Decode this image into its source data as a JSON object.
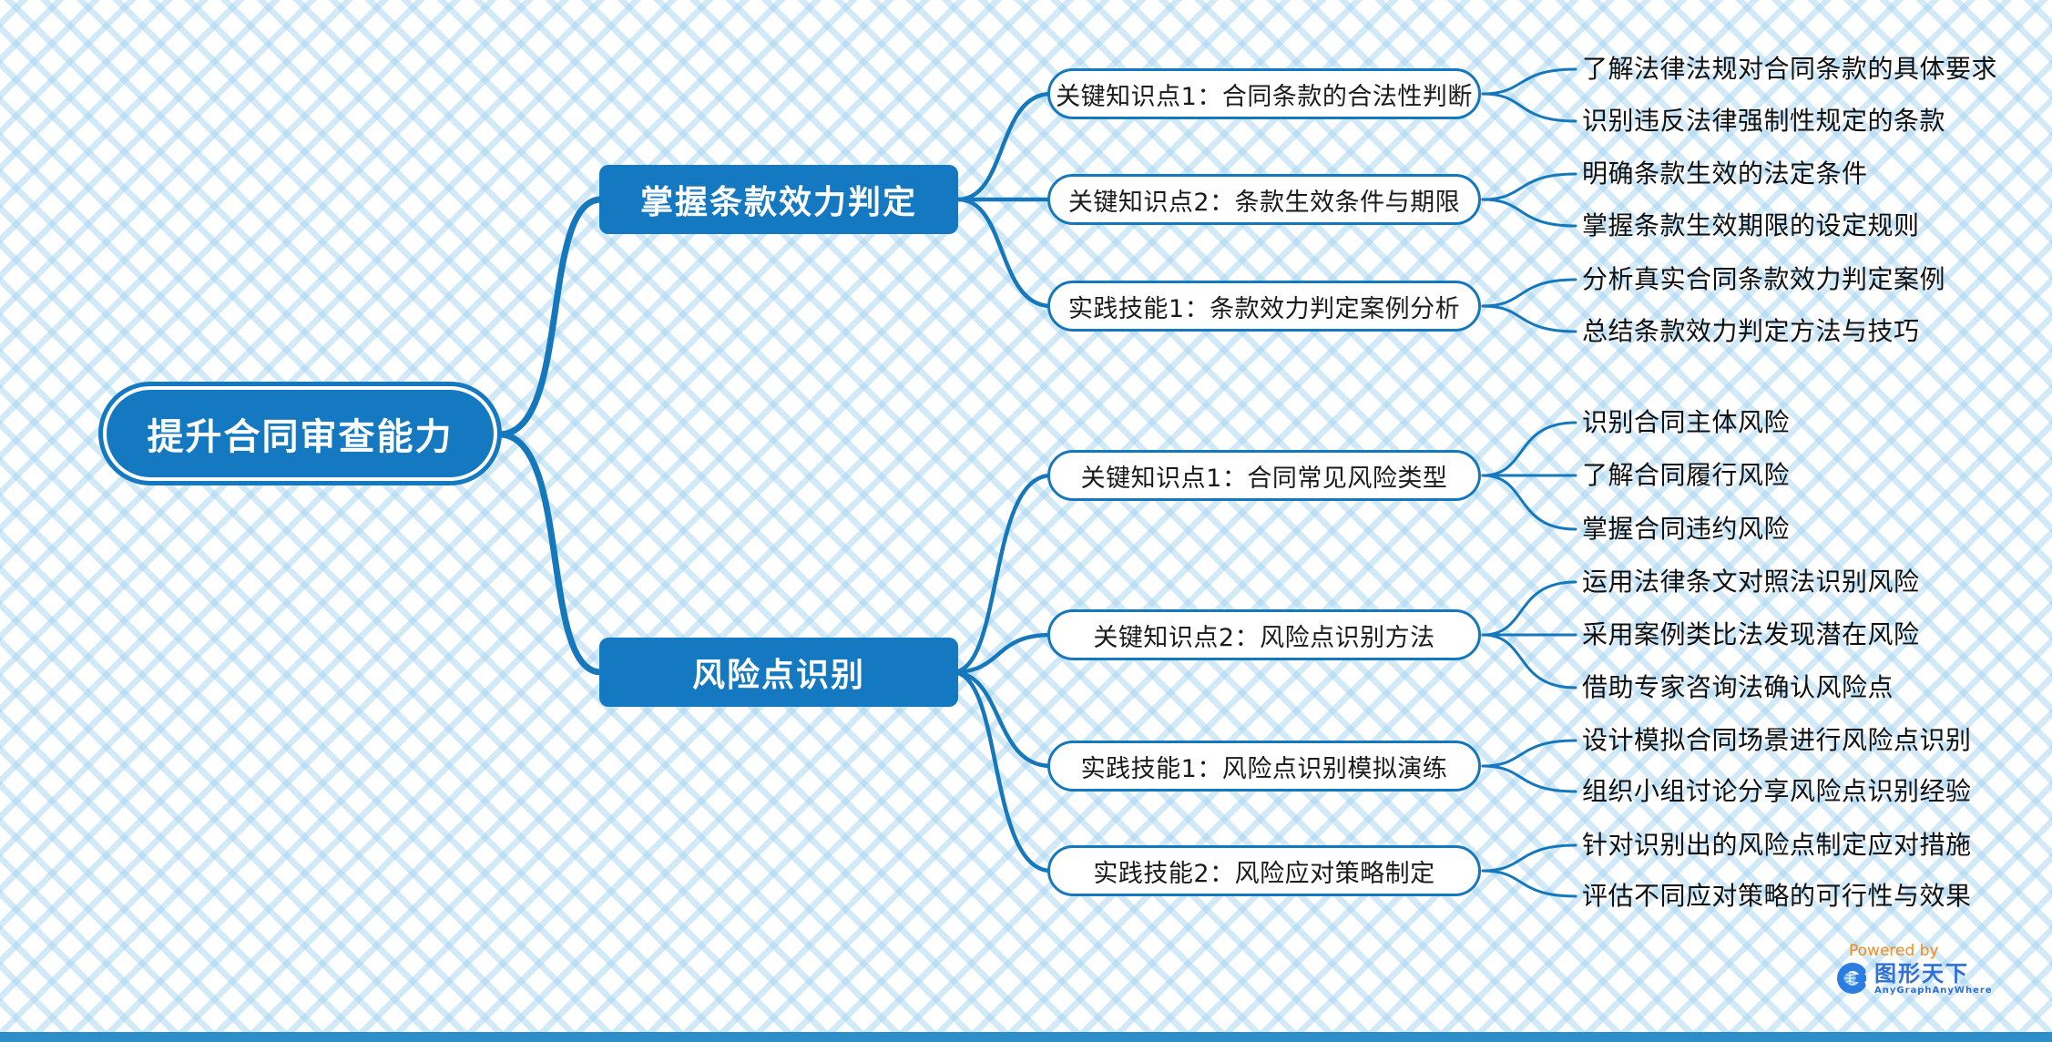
{
  "root": {
    "label": "提升合同审查能力"
  },
  "branches": [
    {
      "label": "掌握条款效力判定",
      "children": [
        {
          "label": "关键知识点1：合同条款的合法性判断",
          "leaves": [
            "了解法律法规对合同条款的具体要求",
            "识别违反法律强制性规定的条款"
          ]
        },
        {
          "label": "关键知识点2：条款生效条件与期限",
          "leaves": [
            "明确条款生效的法定条件",
            "掌握条款生效期限的设定规则"
          ]
        },
        {
          "label": "实践技能1：条款效力判定案例分析",
          "leaves": [
            "分析真实合同条款效力判定案例",
            "总结条款效力判定方法与技巧"
          ]
        }
      ]
    },
    {
      "label": "风险点识别",
      "children": [
        {
          "label": "关键知识点1：合同常见风险类型",
          "leaves": [
            "识别合同主体风险",
            "了解合同履行风险",
            "掌握合同违约风险"
          ]
        },
        {
          "label": "关键知识点2：风险点识别方法",
          "leaves": [
            "运用法律条文对照法识别风险",
            "采用案例类比法发现潜在风险",
            "借助专家咨询法确认风险点"
          ]
        },
        {
          "label": "实践技能1：风险点识别模拟演练",
          "leaves": [
            "设计模拟合同场景进行风险点识别",
            "组织小组讨论分享风险点识别经验"
          ]
        },
        {
          "label": "实践技能2：风险应对策略制定",
          "leaves": [
            "针对识别出的风险点制定应对措施",
            "评估不同应对策略的可行性与效果"
          ]
        }
      ]
    }
  ],
  "watermark": {
    "powered_by": "Powered by",
    "brand": "图形天下",
    "tagline": "AnyGraphAnyWhere"
  },
  "colors": {
    "accent": "#1578bd",
    "node-fill": "#1479c0",
    "brand-blue": "#2f6fd6",
    "powered-orange": "#f28a1e",
    "bottom-bar": "#2e8ec9"
  }
}
